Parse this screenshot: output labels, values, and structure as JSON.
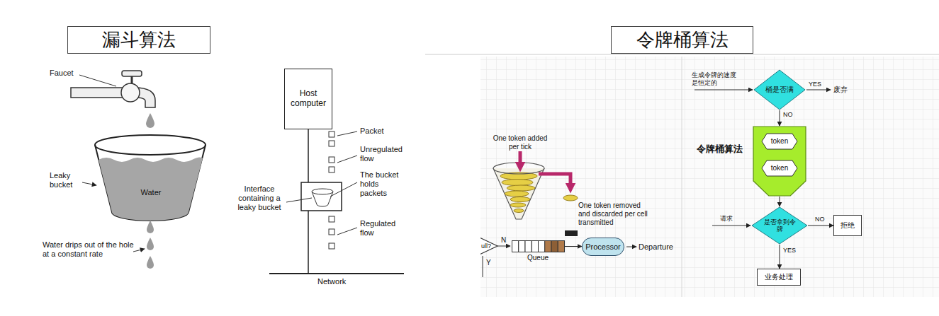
{
  "diagram": {
    "nodes": [
      {
        "text": [
          "漏斗算法"
        ]
      },
      {
        "text": [
          "Host computer"
        ]
      },
      {
        "text": [
          "令牌桶算法"
        ]
      },
      {
        "text": [
          "Queue"
        ]
      },
      {
        "text": [
          "Processor"
        ]
      },
      {
        "text": [
          "桶是否满"
        ]
      },
      {
        "text": [
          "令牌桶算法"
        ]
      },
      {
        "text": [
          "token"
        ],
        "in": 6
      },
      {
        "text": [
          "token"
        ],
        "in": 6
      },
      {
        "text": [
          "是否拿到令牌"
        ]
      },
      {
        "text": [
          "拒绝"
        ]
      },
      {
        "text": [
          "业务处理"
        ]
      }
    ],
    "edges": [
      {
        "from": 3,
        "to": 4,
        "arrow": "to"
      },
      {
        "from": 5,
        "to": 6,
        "label": "NO",
        "arrow": "to"
      },
      {
        "from": 6,
        "to": 9,
        "arrow": "to"
      },
      {
        "from": 9,
        "to": 10,
        "label": "NO",
        "arrow": "to"
      },
      {
        "from": 9,
        "to": 11,
        "label": "YES",
        "arrow": "to"
      }
    ],
    "labels": [
      "Faucet",
      "Leaky bucket",
      "Water",
      "Water drips out of the hole at a constant rate",
      "Packet",
      "Unregulated flow",
      "The bucket holds packets",
      "Interface containing a leaky bucket",
      "Regulated flow",
      "Network",
      "One token added per tick",
      "One token removed and discarded per cell transmitted",
      "ull?",
      "N",
      "Y",
      "Departure",
      "生成令牌的速度是恒定的",
      "YES",
      "废弃",
      "请求"
    ]
  }
}
